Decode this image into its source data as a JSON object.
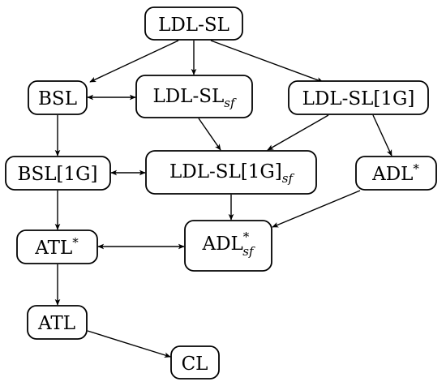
{
  "nodes": {
    "ldlsl": {
      "base": "LDL-SL",
      "sub": "",
      "sup": ""
    },
    "bsl": {
      "base": "BSL",
      "sub": "",
      "sup": ""
    },
    "ldlsl_sf": {
      "base": "LDL-SL",
      "sub": "sf",
      "sup": ""
    },
    "ldlsl1g": {
      "base": "LDL-SL[1G]",
      "sub": "",
      "sup": ""
    },
    "bsl1g": {
      "base": "BSL[1G]",
      "sub": "",
      "sup": ""
    },
    "ldlsl1g_sf": {
      "base": "LDL-SL[1G]",
      "sub": "sf",
      "sup": ""
    },
    "adlstar": {
      "base": "ADL",
      "sub": "",
      "sup": "*"
    },
    "atlstar": {
      "base": "ATL",
      "sub": "",
      "sup": "*"
    },
    "adlstar_sf": {
      "base": "ADL",
      "sub": "sf",
      "sup": "*"
    },
    "atl": {
      "base": "ATL",
      "sub": "",
      "sup": ""
    },
    "cl": {
      "base": "CL",
      "sub": "",
      "sup": ""
    }
  },
  "edges": [
    {
      "from": "ldlsl",
      "to": "bsl",
      "bidirectional": false
    },
    {
      "from": "ldlsl",
      "to": "ldlsl_sf",
      "bidirectional": false
    },
    {
      "from": "ldlsl",
      "to": "ldlsl1g",
      "bidirectional": false
    },
    {
      "from": "bsl",
      "to": "ldlsl_sf",
      "bidirectional": true
    },
    {
      "from": "bsl",
      "to": "bsl1g",
      "bidirectional": false
    },
    {
      "from": "ldlsl_sf",
      "to": "ldlsl1g_sf",
      "bidirectional": false
    },
    {
      "from": "ldlsl1g",
      "to": "ldlsl1g_sf",
      "bidirectional": false
    },
    {
      "from": "ldlsl1g",
      "to": "adlstar",
      "bidirectional": false
    },
    {
      "from": "bsl1g",
      "to": "ldlsl1g_sf",
      "bidirectional": true
    },
    {
      "from": "bsl1g",
      "to": "atlstar",
      "bidirectional": false
    },
    {
      "from": "ldlsl1g_sf",
      "to": "adlstar_sf",
      "bidirectional": false
    },
    {
      "from": "adlstar",
      "to": "adlstar_sf",
      "bidirectional": false
    },
    {
      "from": "atlstar",
      "to": "adlstar_sf",
      "bidirectional": true
    },
    {
      "from": "atlstar",
      "to": "atl",
      "bidirectional": false
    },
    {
      "from": "atl",
      "to": "cl",
      "bidirectional": false
    }
  ]
}
